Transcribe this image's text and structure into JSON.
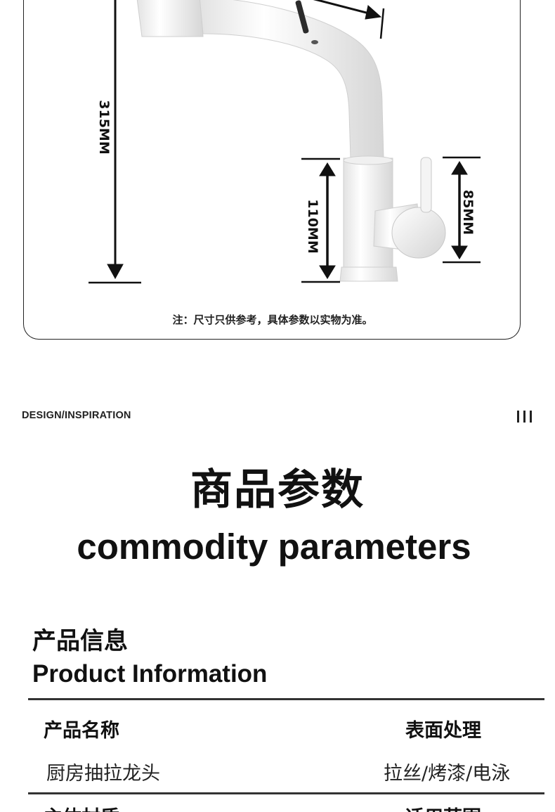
{
  "dimensions": {
    "height_total": "315MM",
    "base_height": "110MM",
    "handle_height": "85MM",
    "note": "注：尺寸只供参考，具体参数以实物为准。"
  },
  "header": {
    "design_tag": "DESIGN/INSPIRATION",
    "roman_icon": "III"
  },
  "titles": {
    "cn": "商品参数",
    "en": "commodity parameters"
  },
  "section": {
    "cn": "产品信息",
    "en": "Product Information"
  },
  "params": [
    {
      "label": "产品名称",
      "value": "厨房抽拉龙头"
    },
    {
      "label": "表面处理",
      "value": "拉丝/烤漆/电泳"
    },
    {
      "label": "主体材质",
      "value": ""
    },
    {
      "label": "适用范围",
      "value": ""
    }
  ],
  "colors": {
    "faucet_body": "#f7f7f7",
    "faucet_shadow": "#d9d9d9",
    "line": "#111111"
  }
}
